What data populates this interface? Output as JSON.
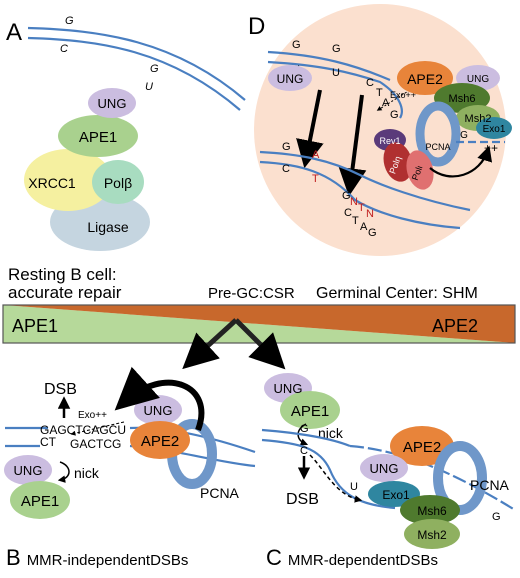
{
  "panels": {
    "A": {
      "letter": "A",
      "bases": [
        "G",
        "C",
        "G",
        "U"
      ],
      "proteins": {
        "ung": "UNG",
        "ape1": "APE1",
        "xrcc1": "XRCC1",
        "polb": "Polβ",
        "ligase": "Ligase"
      }
    },
    "D": {
      "letter": "D",
      "top_bases": [
        "G",
        "U",
        "G",
        "U"
      ],
      "fork_bases": [
        "C",
        "T",
        "A",
        "G"
      ],
      "exo_label": "Exo++",
      "proteins": {
        "ung_left": "UNG",
        "ape2": "APE2",
        "ung_right": "UNG",
        "msh6": "Msh6",
        "msh2": "Msh2",
        "exo1": "Exo1",
        "g": "G",
        "plus": "++",
        "rev1": "Rev1",
        "pol_eta": "Polη",
        "pol_iota": "Polι",
        "pcna": "PCNA"
      },
      "bottom_left": {
        "g": "G",
        "c": "C",
        "a": "A",
        "t": "T"
      },
      "bottom_right": [
        "G",
        "N",
        "T",
        "N",
        "C",
        "T",
        "A",
        "G"
      ]
    },
    "gradient": {
      "left": "Resting B cell:",
      "left2": "accurate repair",
      "center": "Pre-GC:CSR",
      "right": "Germinal Center: SHM",
      "ape1": "APE1",
      "ape2": "APE2"
    },
    "B": {
      "letter": "B",
      "caption": "MMR-independentDSBs",
      "dsb": "DSB",
      "exo": "Exo++",
      "top_seq": "GAGCTCAGCU",
      "bottom_seq1": "CT",
      "bottom_seq2": "GACTCG",
      "nick": "nick",
      "proteins": {
        "ung_top": "UNG",
        "ape2": "APE2",
        "pcna": "PCNA",
        "ung_bottom": "UNG",
        "ape1": "APE1"
      }
    },
    "C": {
      "letter": "C",
      "caption": "MMR-dependentDSBs",
      "dsb": "DSB",
      "nick": "nick",
      "bases": [
        "G",
        "C",
        "U",
        "G"
      ],
      "proteins": {
        "ung_top": "UNG",
        "ape1": "APE1",
        "ape2": "APE2",
        "ung": "UNG",
        "pcna": "PCNA",
        "exo1": "Exo1",
        "msh6": "Msh6",
        "msh2": "Msh2"
      }
    }
  },
  "colors": {
    "dna": "#4a7fc1",
    "ung": "#cbbde0",
    "ape1": "#a9d18e",
    "ape2": "#e8843a",
    "xrcc1": "#f5f0a0",
    "polb": "#a8dcc0",
    "ligase": "#c5d5e0",
    "pcna": "#6f97c9",
    "msh6": "#4f7a2e",
    "msh2": "#8fb060",
    "exo1": "#2f86a0",
    "rev1": "#5a3a7a",
    "pol_eta": "#b03030",
    "pol_iota": "#e07070",
    "bubble": "#fbe0cf",
    "gradient_green": "#b6d99a",
    "gradient_orange": "#c8682c",
    "red_base": "#c02020"
  }
}
